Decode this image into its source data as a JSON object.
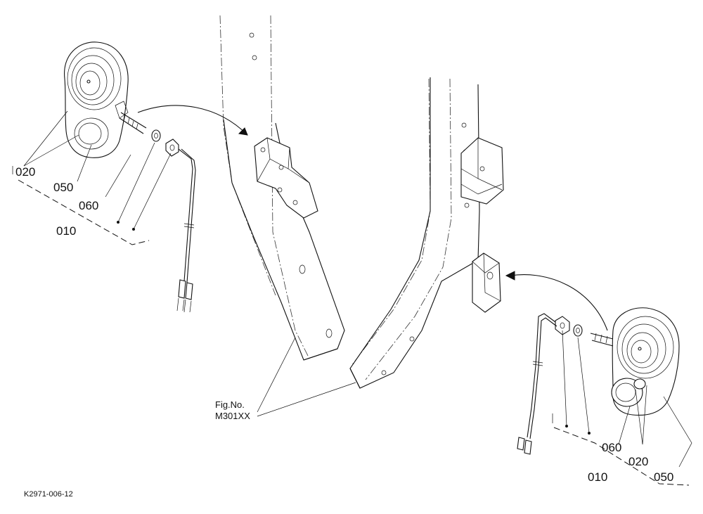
{
  "diagram": {
    "figure_ref": {
      "line1": "Fig.No.",
      "line2": "M301XX"
    },
    "drawing_number": "K2971-006-12",
    "left_assembly": {
      "labels": [
        "020",
        "050",
        "060",
        "010"
      ]
    },
    "right_assembly": {
      "labels": [
        "060",
        "020",
        "010",
        "050"
      ]
    }
  }
}
